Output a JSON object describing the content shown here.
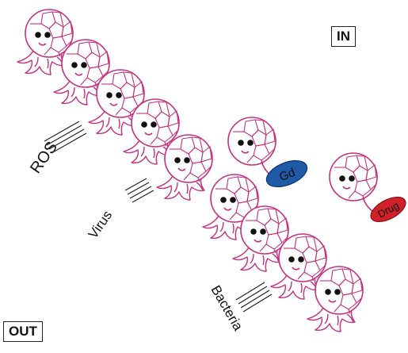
{
  "labels": {
    "inside": "IN",
    "outside": "OUT",
    "threat_1": "ROS",
    "threat_2": "Virus",
    "threat_3": "Bacteria",
    "payload_1": "Gd",
    "payload_2": "Drug"
  },
  "colors": {
    "fullerene_stroke": "#c5307f",
    "gd_fill": "#1f5aa6",
    "drug_fill": "#d0202a",
    "text": "#111111"
  }
}
